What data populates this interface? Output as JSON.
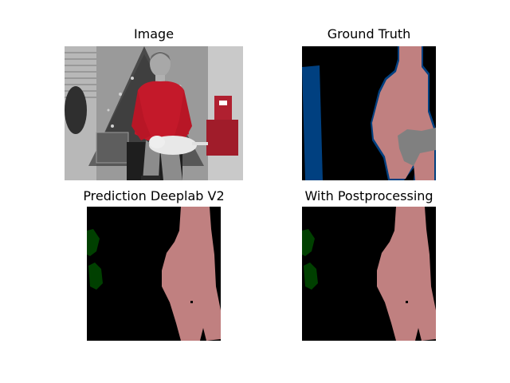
{
  "figure": {
    "panels": [
      {
        "id": "image",
        "title": "Image"
      },
      {
        "id": "ground-truth",
        "title": "Ground Truth"
      },
      {
        "id": "prediction",
        "title": "Prediction Deeplab V2"
      },
      {
        "id": "postprocessing",
        "title": "With Postprocessing"
      }
    ]
  },
  "colors": {
    "background_class": "#000000",
    "person_class": "#c08080",
    "cat_class": "#808080",
    "tv_monitor_class": "#004080",
    "potted_plant_class": "#004000",
    "sweater_red": "#c4192a",
    "scene_gray": "#8f8f8f"
  }
}
